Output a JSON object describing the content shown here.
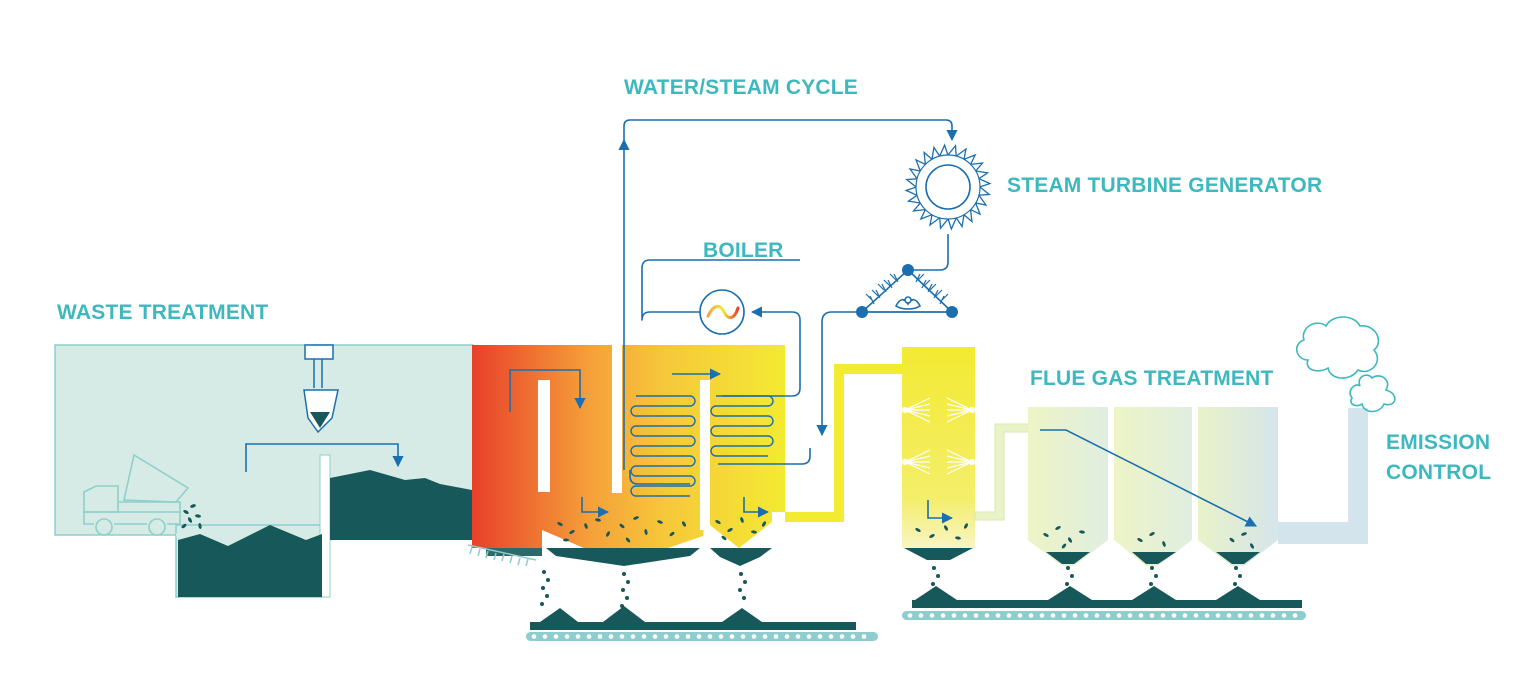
{
  "labels": {
    "water_steam_cycle": "WATER/STEAM CYCLE",
    "steam_turbine_generator": "STEAM TURBINE GENERATOR",
    "boiler": "BOILER",
    "waste_treatment": "WASTE TREATMENT",
    "flue_gas_treatment": "FLUE GAS TREATMENT",
    "emission_control_line1": "EMISSION",
    "emission_control_line2": "CONTROL"
  },
  "colors": {
    "label_teal": "#3db8bf",
    "bunker_fill": "#d7ebe6",
    "bunker_outline": "#8ecfca",
    "waste_dark": "#17585b",
    "arrow_blue": "#1b6fae",
    "furnace_red": "#e8402a",
    "furnace_orange": "#f5a13a",
    "boiler_yellow": "#f3ea32",
    "filter_pale": "#eaf3c8",
    "chimney": "#d4e4ec",
    "conveyor_teal": "#8fcccd"
  },
  "icons": [
    "truck-icon",
    "crane-grab-icon",
    "turbine-icon",
    "condenser-icon",
    "flame-icon",
    "smoke-cloud-icon"
  ]
}
